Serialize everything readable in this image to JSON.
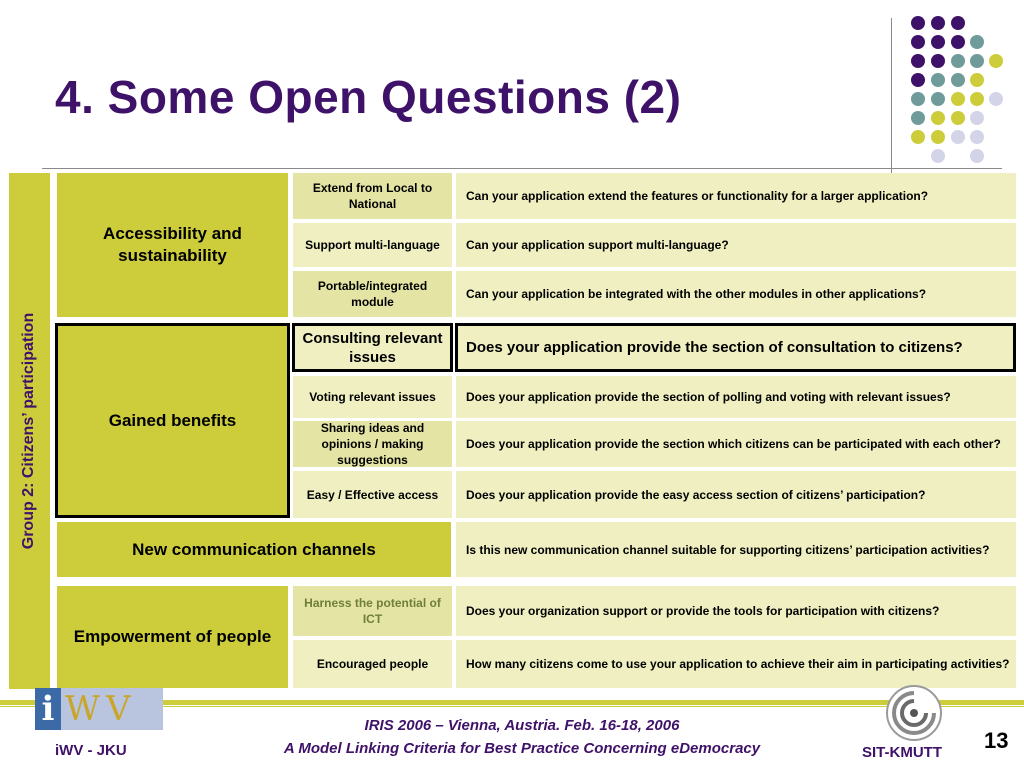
{
  "title": "4.  Some Open Questions (2)",
  "side_label": "Group 2: Citizens’ participation",
  "groups": [
    {
      "label": "Accessibility and sustainability"
    },
    {
      "label": "Gained benefits"
    },
    {
      "label": "New communication channels"
    },
    {
      "label": "Empowerment of people"
    }
  ],
  "rows": [
    {
      "criterion": "Extend from Local to National",
      "question": "Can your application extend the features or functionality for a larger application?"
    },
    {
      "criterion": "Support multi-language",
      "question": "Can your application support multi-language?"
    },
    {
      "criterion": "Portable/integrated module",
      "question": "Can your application be integrated with the other modules in other applications?"
    },
    {
      "criterion": "Consulting relevant issues",
      "question": "Does your application provide the section of consultation to citizens?"
    },
    {
      "criterion": "Voting relevant issues",
      "question": "Does your application provide the section of polling and voting with relevant issues?"
    },
    {
      "criterion": "Sharing ideas and opinions / making suggestions",
      "question": "Does your application provide the section which citizens can be participated with each other?"
    },
    {
      "criterion": "Easy / Effective access",
      "question": "Does your application provide the easy access section of citizens’ participation?"
    },
    {
      "criterion": "",
      "question": "Is this new communication channel suitable for supporting citizens’ participation activities?"
    },
    {
      "criterion": "Harness the potential of ICT",
      "question": "Does your organization support or provide the tools for participation with citizens?"
    },
    {
      "criterion": "Encouraged people",
      "question": "How many citizens come to use your application to achieve their aim in participating activities?"
    }
  ],
  "footer": {
    "left": "iWV - JKU",
    "line1": "IRIS 2006 – Vienna, Austria.  Feb. 16-18, 2006",
    "line2": "A Model Linking Criteria for Best Practice Concerning eDemocracy",
    "right": "SIT-KMUTT",
    "page": "13"
  },
  "logo": {
    "i": "i",
    "wv": "WV"
  },
  "colors": {
    "purple": "#3f1269",
    "teal": "#6f9c9a",
    "olive": "#cdcd3c",
    "lavender": "#d4d4e8",
    "cell_light": "#efefc2"
  }
}
